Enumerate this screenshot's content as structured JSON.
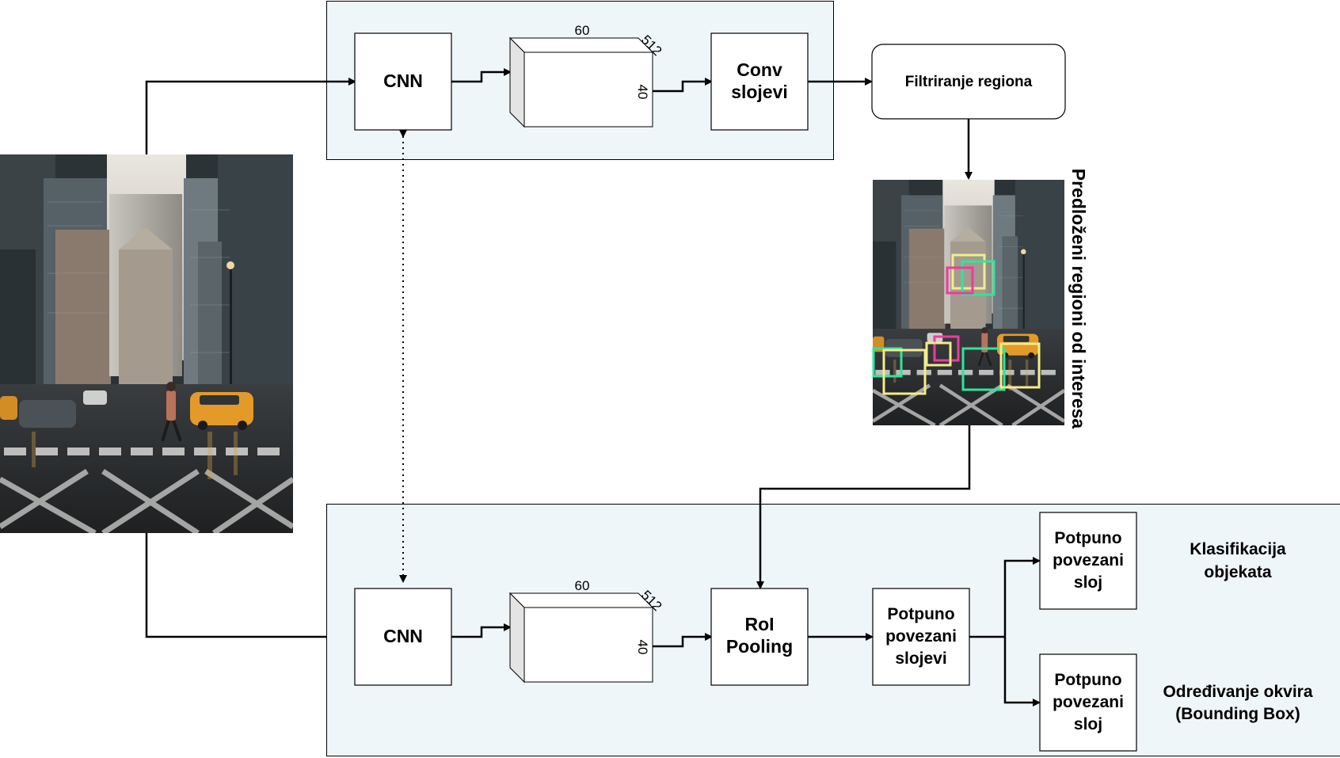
{
  "top_pipeline": {
    "cnn_label": "CNN",
    "cube_width": "60",
    "cube_depth": "512",
    "cube_height": "40",
    "conv_label_line1": "Conv",
    "conv_label_line2": "slojevi"
  },
  "region_filter_label": "Filtriranje regiona",
  "proposals_label": "Predloženi regioni od interesa",
  "bottom_pipeline": {
    "cnn_label": "CNN",
    "cube_width": "60",
    "cube_depth": "512",
    "cube_height": "40",
    "roi_line1": "RoI",
    "roi_line2": "Pooling",
    "fc_line1": "Potpuno",
    "fc_line2": "povezani",
    "fc_line3": "slojevi",
    "fc_cls_line1": "Potpuno",
    "fc_cls_line2": "povezani",
    "fc_cls_line3": "sloj",
    "fc_bbox_line1": "Potpuno",
    "fc_bbox_line2": "povezani",
    "fc_bbox_line3": "sloj"
  },
  "outputs": {
    "classification_line1": "Klasifikacija",
    "classification_line2": "objekata",
    "bbox_line1": "Određivanje okvira",
    "bbox_line2": "(Bounding Box)"
  },
  "colors": {
    "panel_fill": "#eef6fa",
    "stroke": "#000000",
    "box_yellow": "#f4ec8a",
    "box_green": "#2ee59a",
    "box_pink": "#ee3aa0"
  }
}
